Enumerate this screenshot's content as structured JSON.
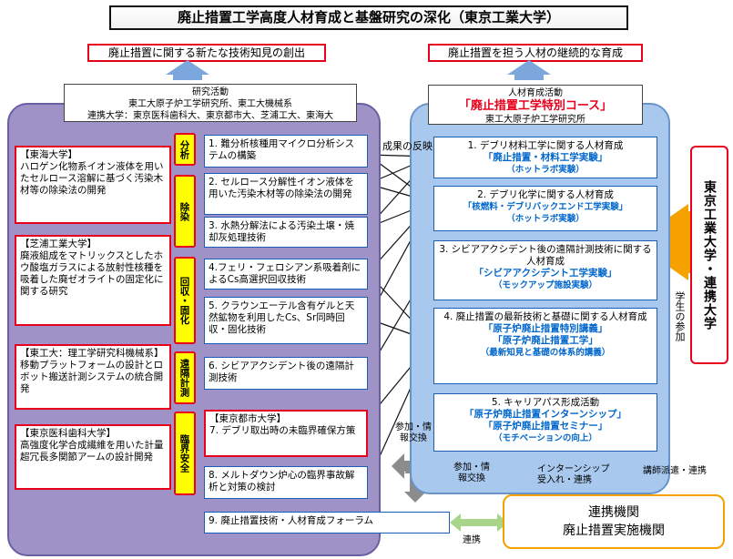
{
  "title": "廃止措置工学高度人材育成と基盤研究の深化（東京工業大学）",
  "outcomes": {
    "left": "廃止措置に関する新たな技術知見の創出",
    "right": "廃止措置を担う人材の継続的な育成"
  },
  "research_header": {
    "title": "研究活動",
    "line1": "東工大原子炉工学研究所、東工大機械系",
    "line2": "連携大学：東京医科歯科大、東京都市大、芝浦工大、東海大"
  },
  "categories": [
    "分析",
    "除染",
    "回収・固化",
    "遠隔計測",
    "臨界安全"
  ],
  "partners": [
    {
      "name": "【東海大学】",
      "body": "ハロゲン化物系イオン液体を用いたセルロース溶解に基づく汚染木材等の除染法の開発"
    },
    {
      "name": "【芝浦工業大学】",
      "body": "廃液組成をマトリックスとしたホウ酸塩ガラスによる放射性核種を吸着した廃ゼオライトの固定化に関する研究"
    },
    {
      "name": "【東工大：理工学研究科機械系】",
      "body": "移動プラットフォームの設計とロボット搬送計測システムの統合開発"
    },
    {
      "name": "【東京医科歯科大学】",
      "body": "高強度化学合成繊維を用いた計量超冗長多関節アームの設計開発"
    }
  ],
  "topics": [
    "1. 難分析核種用マイクロ分析システムの構築",
    "2. セルロース分解性イオン液体を用いた汚染木材等の除染法の開発",
    "3. 水熱分解法による汚染土壌・焼却灰処理技術",
    "4.フェリ・フェロシアン系吸着剤によるCs高選択回収技術",
    "5. クラウンエーテル含有ゲルと天然鉱物を利用したCs、Sr同時回収・固化技術",
    "6. シビアアクシデント後の遠隔計測技術",
    "8. メルトダウン炉心の臨界事故解析と対策の検討",
    "9. 廃止措置技術・人材育成フォーラム"
  ],
  "topic7": {
    "name": "【東京都市大学】",
    "body": "7. デブリ取出時の未臨界確保方策"
  },
  "hr_header": {
    "title": "人材育成活動",
    "course": "「廃止措置工学特別コース」",
    "org": "東工大原子炉工学研究所"
  },
  "hr_items": [
    {
      "title": "1. デブリ材料工学に関する人材育成",
      "course": "「廃止措置・材料工学実験」",
      "note": "（ホットラボ実験）"
    },
    {
      "title": "2. デブリ化学に関する人材育成",
      "course": "「核燃料・デブリバックエンド工学実験」",
      "note": "（ホットラボ実験）"
    },
    {
      "title": "3. シビアアクシデント後の遠隔計測技術に関する人材育成",
      "course": "「シビアアクシデント工学実験」",
      "note": "（モックアップ施設実験）"
    },
    {
      "title": "4. 廃止措置の最新技術と基礎に関する人材育成",
      "course": "「原子炉廃止措置特別講義」",
      "course2": "「原子炉廃止措置工学」",
      "note": "（最新知見と基礎の体系的講義）"
    },
    {
      "title": "5. キャリアパス形成活動",
      "course": "「原子炉廃止措置インターンシップ」",
      "course2": "「原子炉廃止措置セミナー」",
      "note": "（モチベーションの向上）"
    }
  ],
  "univ_box": "東京工業大学・連携大学",
  "labels": {
    "feedback": "成果の反映",
    "student": "学生の参加",
    "exchange1": "参加・情報交換",
    "exchange2": "参加・情報交換",
    "internship": "インターンシップ受入れ・連携",
    "dispatch": "講師派遣・連携",
    "cooperation": "連携"
  },
  "partner_org": {
    "line1": "連携機関",
    "line2": "廃止措置実施機関"
  },
  "colors": {
    "red": "#e8001c",
    "blue": "#1d5bb5",
    "yellow": "#ffff00",
    "purple_panel": "#9f92c7",
    "blue_panel": "#a9c8ee",
    "orange": "#f5a100",
    "green": "#a8d58a"
  }
}
